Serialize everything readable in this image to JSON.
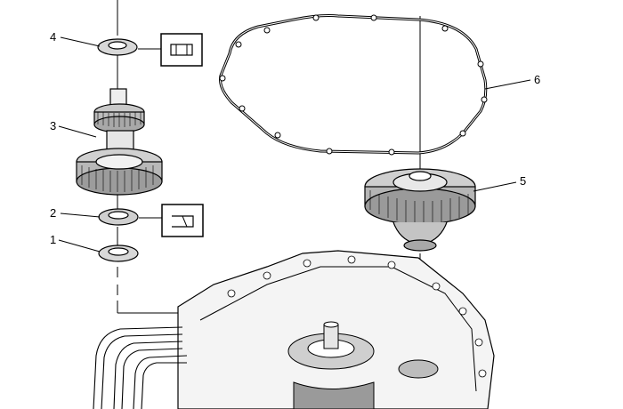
{
  "diagram": {
    "callouts": [
      "1",
      "2",
      "3",
      "4",
      "5",
      "6"
    ]
  },
  "parts": {
    "thrust_washer": "thrust-washer",
    "thrust_bearing": "thrust-bearing",
    "gear_shaft": "transfer-drive-gear",
    "bearing": "needle-bearing",
    "differential": "differential-assembly",
    "gasket": "case-gasket",
    "case": "transmission-case"
  },
  "colors": {
    "line": "#000000",
    "background": "#ffffff",
    "shade": "#cfcfcf"
  }
}
